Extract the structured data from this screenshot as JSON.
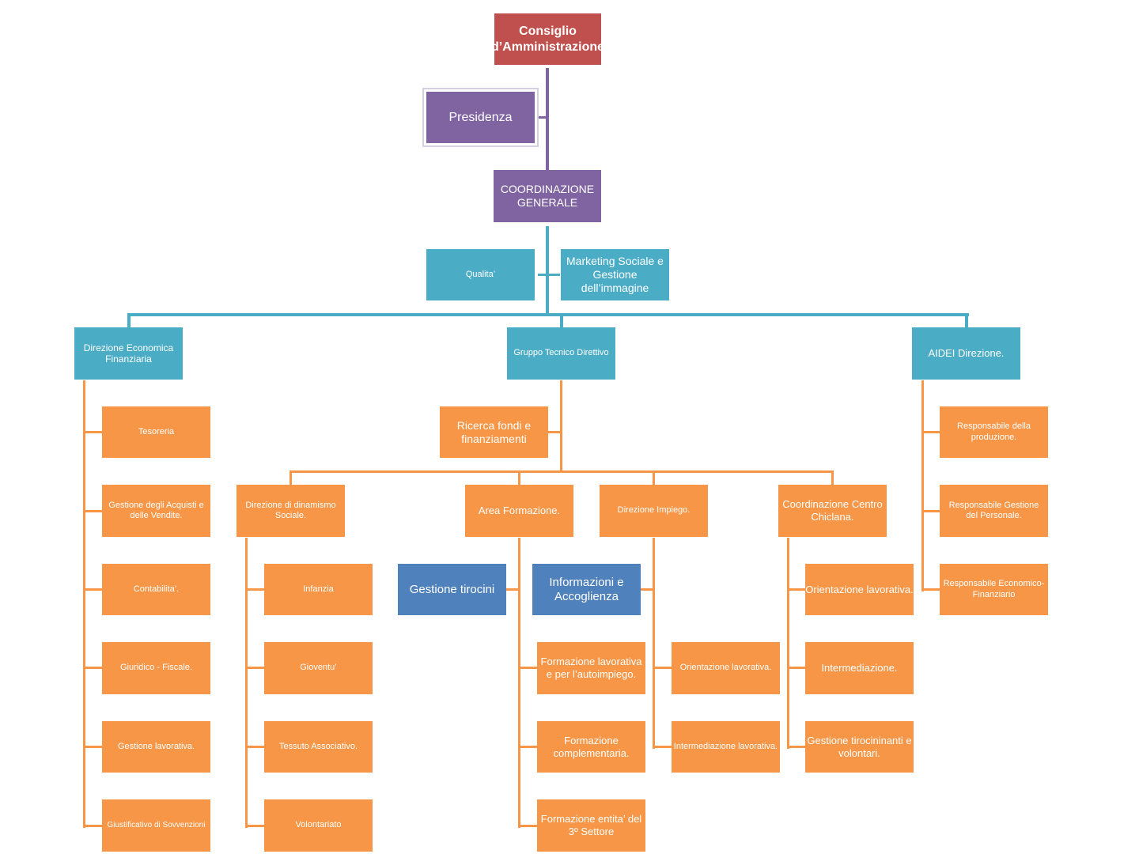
{
  "colors": {
    "board": "#c0504d",
    "executive": "#8064a2",
    "management": "#4bacc6",
    "unit": "#f79646",
    "highlight": "#4f81bd"
  },
  "nodes": {
    "consiglio": "Consiglio d’Amministrazione",
    "presidenza": "Presidenza",
    "coordinazione": "COORDINAZIONE GENERALE",
    "qualita": "Qualita’",
    "marketing": "Marketing Sociale e Gestione dell’immagine",
    "dir_economica": "Direzione Economica Finanziaria",
    "gruppo_tecnico": "Gruppo Tecnico Direttivo",
    "aidei": "AIDEI Direzione.",
    "tesoreria": "Tesoreria",
    "acquisti": "Gestione degli Acquisti e delle Vendite.",
    "contabilita": "Contabilita’.",
    "giuridico": "Giuridico - Fiscale.",
    "gestione_lavorativa": "Gestione lavorativa.",
    "giustificativo": "Giustificativo di Sovvenzioni",
    "ricerca_fondi": "Ricerca fondi e finanziamenti",
    "dir_dinamismo": "Direzione di dinamismo Sociale.",
    "area_formazione": "Area Formazione.",
    "dir_impiego": "Direzione Impiego.",
    "coord_chiclana": "Coordinazione Centro Chiclana.",
    "infanzia": "Infanzia",
    "gioventu": "Gioventu’",
    "tessuto": "Tessuto Associativo.",
    "volontariato": "Volontariato",
    "gestione_tirocini": "Gestione tirocini",
    "informazioni": "Informazioni e Accoglienza",
    "formazione_lavorativa": "Formazione lavorativa e per l’autoimpiego.",
    "formazione_complementaria": "Formazione complementaria.",
    "formazione_entita": "Formazione entita’ del 3º Settore",
    "orient_impiego": "Orientazione lavorativa.",
    "intermed_impiego": "Intermediazione lavorativa.",
    "orient_chiclana": "Orientazione lavorativa.",
    "intermed_chiclana": "Intermediazione.",
    "gestione_tirocinanti": "Gestione tirocininanti e volontari.",
    "resp_produzione": "Responsabile della produzione.",
    "resp_personale": "Responsabile Gestione del Personale.",
    "resp_economico": "Responsabile Economico-Finanziario"
  }
}
